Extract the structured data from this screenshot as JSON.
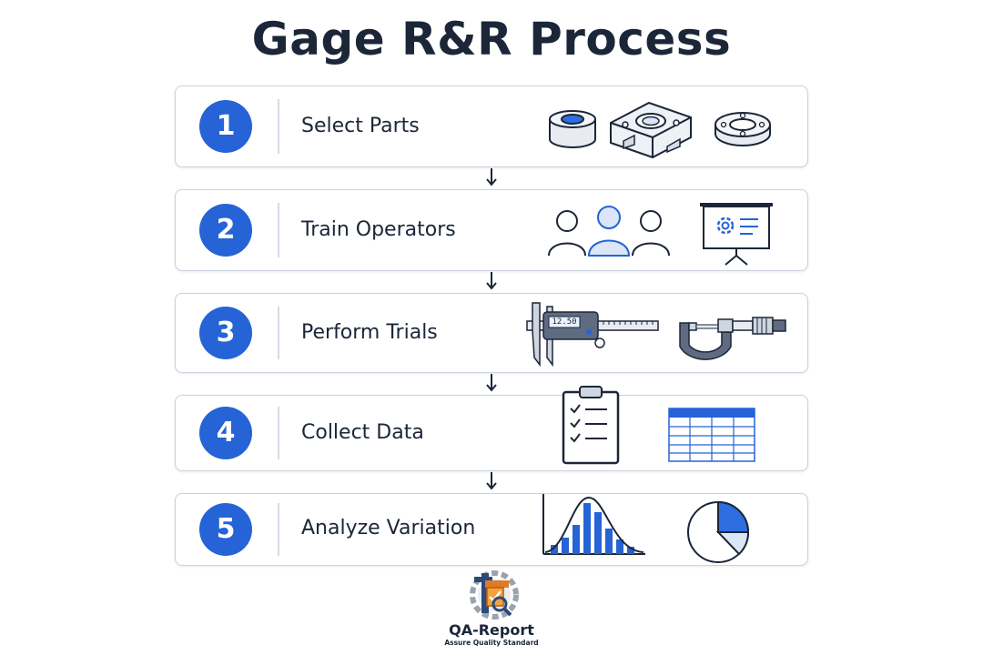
{
  "title": "Gage R&R Process",
  "steps": [
    {
      "number": "1",
      "label": "Select Parts",
      "icons": [
        "cylindrical-part-icon",
        "machined-block-part-icon",
        "washer-ring-part-icon"
      ]
    },
    {
      "number": "2",
      "label": "Train Operators",
      "icons": [
        "operators-group-icon",
        "presentation-board-icon"
      ]
    },
    {
      "number": "3",
      "label": "Perform Trials",
      "icons": [
        "digital-caliper-icon",
        "micrometer-icon"
      ],
      "caliper_readout": "12.50"
    },
    {
      "number": "4",
      "label": "Collect Data",
      "icons": [
        "checklist-clipboard-icon",
        "data-table-icon"
      ]
    },
    {
      "number": "5",
      "label": "Analyze Variation",
      "icons": [
        "histogram-bell-curve-icon",
        "pie-chart-icon"
      ]
    }
  ],
  "logo": {
    "name": "QA-Report",
    "tagline": "Assure Quality Standard"
  },
  "colors": {
    "accent": "#2563d6",
    "text": "#1b2638",
    "card_border": "#c9d2de",
    "light_blue": "#dbe6f7"
  }
}
